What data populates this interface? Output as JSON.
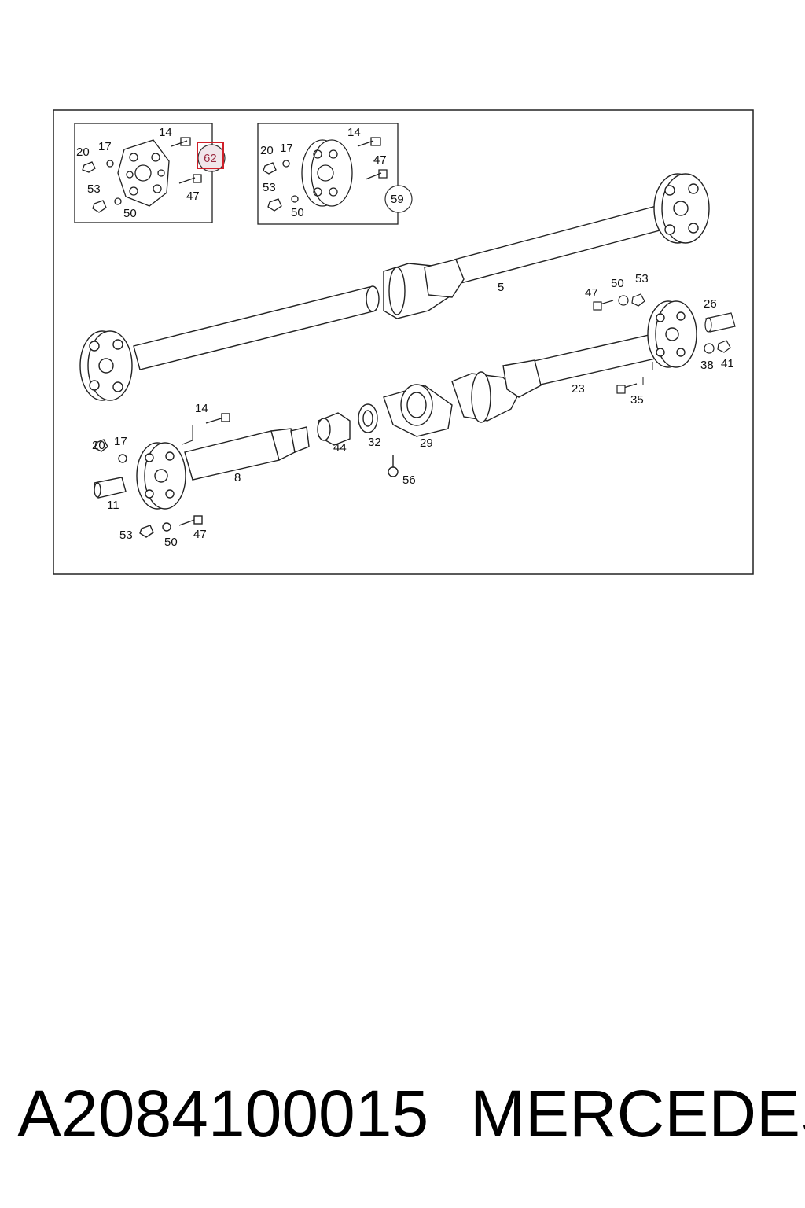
{
  "diagram": {
    "callouts": {
      "c1": "14",
      "c2": "20",
      "c3": "17",
      "c4": "53",
      "c5": "50",
      "c6": "47",
      "c7": "62",
      "c8": "14",
      "c9": "20",
      "c10": "17",
      "c11": "47",
      "c12": "53",
      "c13": "50",
      "c14": "59",
      "c15": "5",
      "c16": "47",
      "c17": "50",
      "c18": "53",
      "c19": "26",
      "c20": "38",
      "c21": "41",
      "c22": "23",
      "c23": "35",
      "c24": "14",
      "c25": "20",
      "c26": "17",
      "c27": "11",
      "c28": "8",
      "c29": "44",
      "c30": "32",
      "c31": "29",
      "c32": "56",
      "c33": "53",
      "c34": "50",
      "c35": "47"
    },
    "highlight_color": "#d0202a"
  },
  "footer": {
    "part_number": "A2084100015",
    "brand": "MERCEDES"
  }
}
